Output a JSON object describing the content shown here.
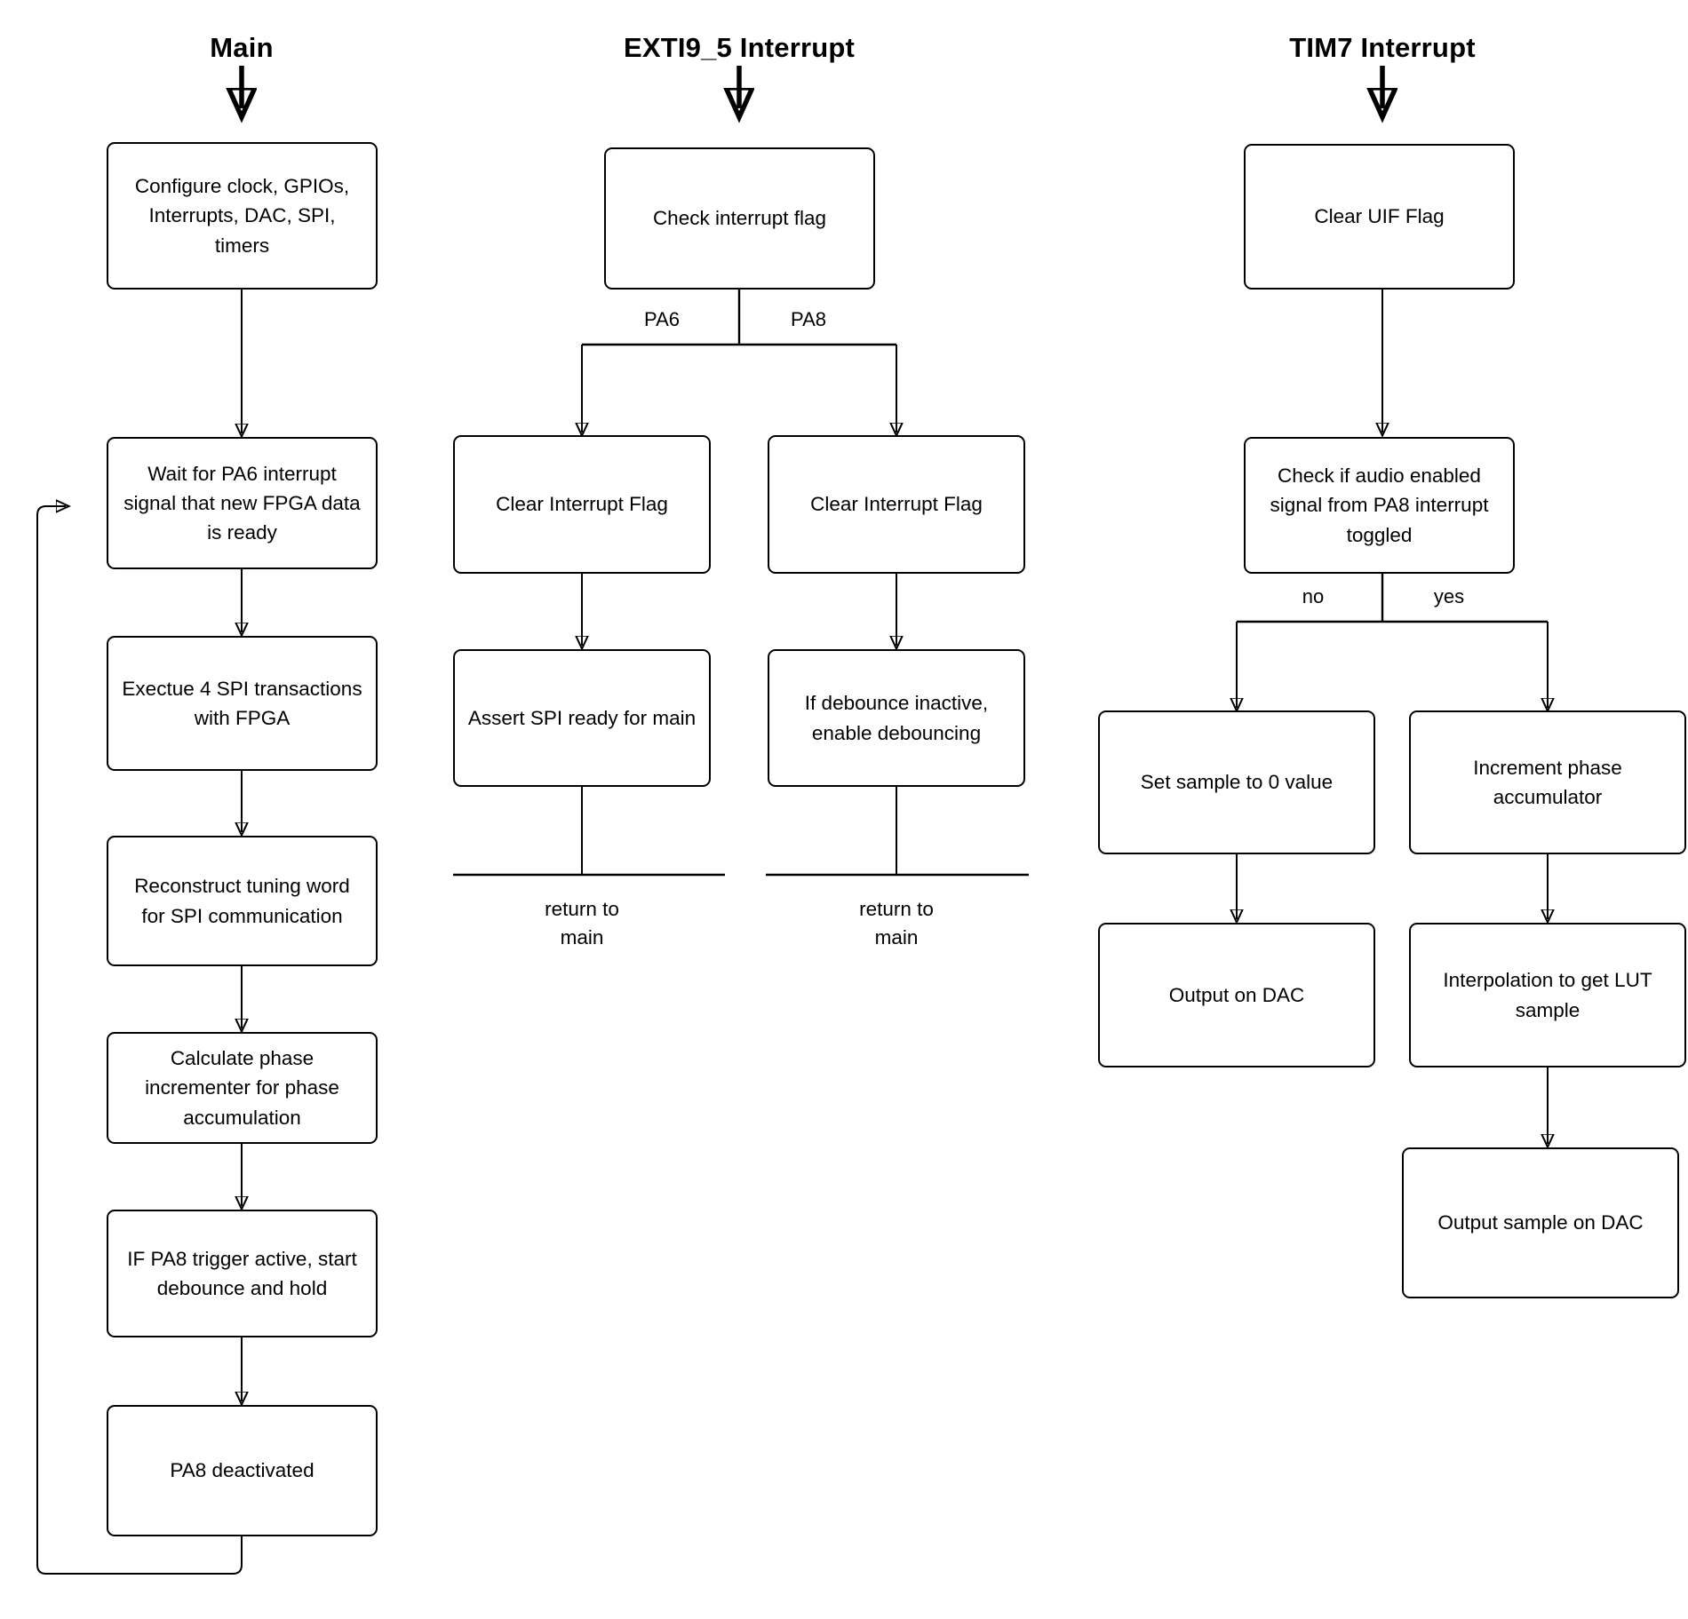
{
  "diagram": {
    "title_main": "Main",
    "title_exti": "EXTI9_5 Interrupt",
    "title_tim7": "TIM7 Interrupt"
  },
  "main_column": {
    "nodes": [
      {
        "id": "configure",
        "text": "Configure clock, GPIOs, Interrupts, DAC, SPI, timers"
      },
      {
        "id": "wait-pa6",
        "text": "Wait for PA6 interrupt signal that new FPGA data is ready"
      },
      {
        "id": "spi-transactions",
        "text": "Exectue 4 SPI transactions with FPGA"
      },
      {
        "id": "reconstruct",
        "text": "Reconstruct tuning word for SPI communication"
      },
      {
        "id": "calculate-phase",
        "text": "Calculate phase incrementer for phase accumulation"
      },
      {
        "id": "pa8-trigger",
        "text": "IF PA8 trigger active, start debounce and hold"
      },
      {
        "id": "pa8-deactivated",
        "text": "PA8 deactivated"
      }
    ]
  },
  "exti_column": {
    "nodes": [
      {
        "id": "check-flag",
        "text": "Check interrupt flag"
      },
      {
        "id": "clear-flag-pa6",
        "text": "Clear Interrupt Flag"
      },
      {
        "id": "clear-flag-pa8",
        "text": "Clear Interrupt Flag"
      },
      {
        "id": "assert-spi",
        "text": "Assert SPI ready for main"
      },
      {
        "id": "debounce",
        "text": "If debounce inactive, enable debouncing"
      }
    ],
    "branch_labels": {
      "left": "PA6",
      "right": "PA8"
    },
    "terminals": {
      "left": "return to\nmain",
      "right": "return to\nmain"
    }
  },
  "tim7_column": {
    "nodes": [
      {
        "id": "clear-uif",
        "text": "Clear UIF Flag"
      },
      {
        "id": "check-audio",
        "text": "Check if audio enabled signal from PA8 interrupt toggled"
      },
      {
        "id": "set-sample-zero",
        "text": "Set sample to 0 value"
      },
      {
        "id": "increment-phase",
        "text": "Increment phase accumulator"
      },
      {
        "id": "output-dac",
        "text": "Output on DAC"
      },
      {
        "id": "interpolation",
        "text": "Interpolation to get LUT sample"
      },
      {
        "id": "output-sample-dac",
        "text": "Output sample on DAC"
      }
    ],
    "branch_labels": {
      "left": "no",
      "right": "yes"
    }
  },
  "colors": {
    "stroke": "#000000",
    "start_arrow": "#3f4a55",
    "background": "#ffffff"
  }
}
